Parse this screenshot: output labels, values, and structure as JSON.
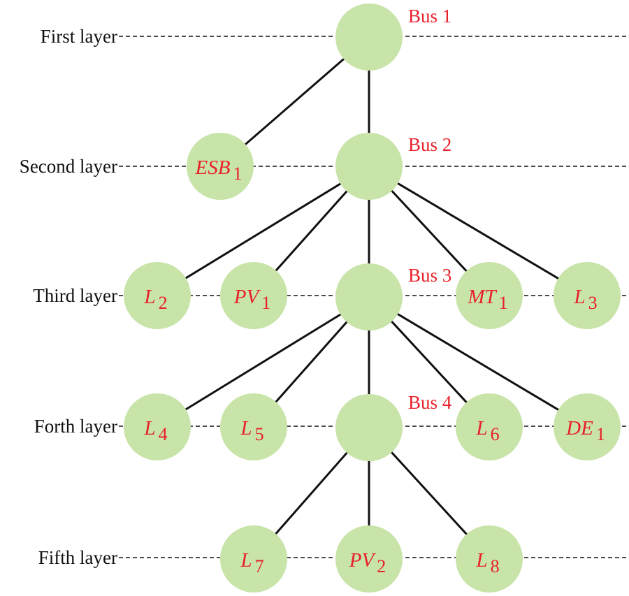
{
  "layers": [
    {
      "id": "first",
      "label": "First layer"
    },
    {
      "id": "second",
      "label": "Second layer"
    },
    {
      "id": "third",
      "label": "Third layer"
    },
    {
      "id": "forth",
      "label": "Forth layer"
    },
    {
      "id": "fifth",
      "label": "Fifth layer"
    }
  ],
  "buses": [
    {
      "id": "bus1",
      "label": "Bus 1"
    },
    {
      "id": "bus2",
      "label": "Bus 2"
    },
    {
      "id": "bus3",
      "label": "Bus 3"
    },
    {
      "id": "bus4",
      "label": "Bus 4"
    }
  ],
  "nodes": [
    {
      "id": "esb1",
      "main": "ESB",
      "sub": "1"
    },
    {
      "id": "l2",
      "main": "L",
      "sub": "2"
    },
    {
      "id": "pv1",
      "main": "PV",
      "sub": "1"
    },
    {
      "id": "mt1",
      "main": "MT",
      "sub": "1"
    },
    {
      "id": "l3",
      "main": "L",
      "sub": "3"
    },
    {
      "id": "l4",
      "main": "L",
      "sub": "4"
    },
    {
      "id": "l5",
      "main": "L",
      "sub": "5"
    },
    {
      "id": "l6",
      "main": "L",
      "sub": "6"
    },
    {
      "id": "de1",
      "main": "DE",
      "sub": "1"
    },
    {
      "id": "l7",
      "main": "L",
      "sub": "7"
    },
    {
      "id": "pv2",
      "main": "PV",
      "sub": "2"
    },
    {
      "id": "l8",
      "main": "L",
      "sub": "8"
    }
  ],
  "edges": [
    [
      "bus1",
      "esb1"
    ],
    [
      "bus1",
      "bus2"
    ],
    [
      "bus2",
      "l2"
    ],
    [
      "bus2",
      "pv1"
    ],
    [
      "bus2",
      "bus3"
    ],
    [
      "bus2",
      "mt1"
    ],
    [
      "bus2",
      "l3"
    ],
    [
      "bus3",
      "l4"
    ],
    [
      "bus3",
      "l5"
    ],
    [
      "bus3",
      "bus4"
    ],
    [
      "bus3",
      "l6"
    ],
    [
      "bus3",
      "de1"
    ],
    [
      "bus4",
      "l7"
    ],
    [
      "bus4",
      "pv2"
    ],
    [
      "bus4",
      "l8"
    ]
  ],
  "colors": {
    "node_fill": "#c8e4a9",
    "label_red": "#e8202a",
    "line": "#111111"
  }
}
